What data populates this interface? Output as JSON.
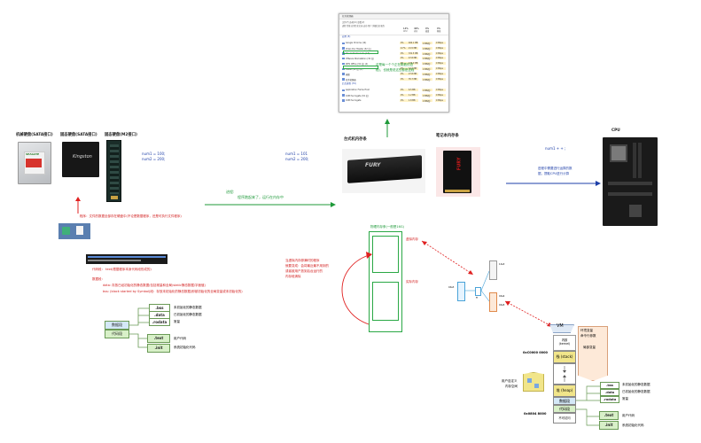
{
  "disks": {
    "hdd_label": "机械硬盘(SATA接口)",
    "ssd_sata_label": "固态硬盘(SATA接口)",
    "ssd_m2_label": "固态硬盘(M2接口)",
    "hdd_brand": "SEAGATE",
    "ssd_brand": "Kingston",
    "nums": [
      "num1 = 100;",
      "num2 = 200;"
    ]
  },
  "program_note": "程序：文件的数据全部存在硬盘中(不论是数据程序，还是可执行文件程序)",
  "mem_nums": [
    "num1 = 101",
    "num2 = 200;"
  ],
  "process_note": [
    "进程:",
    "程序跑起来了，运行在内存中"
  ],
  "memory": {
    "desktop_label": "台式机内存条",
    "laptop_label": "笔记本内存条",
    "desktop_brand": "FURY",
    "laptop_brand": "FURY"
  },
  "cpu": {
    "label": "CPU",
    "code": "num1 + + ;",
    "note": [
      "进程中需要进行运算的数",
      "据，提取CPU进行计算"
    ]
  },
  "task_manager": {
    "title": "任务管理器",
    "menu": "文件(F)  选项(O)  查看(V)",
    "tabs": "进程  性能  应用历史记录  启动  用户  详细信息  服务",
    "cols": [
      "14%",
      "49%",
      "0%",
      "0%"
    ],
    "col_names": [
      "CPU",
      "内存",
      "磁盘",
      "网络"
    ],
    "section_apps": "应用 (5)",
    "section_bg": "后台进程 (70)",
    "apps": [
      {
        "name": "Google Chrome (14)",
        "v": [
          "0%",
          "460.1 MB",
          "0 MB/秒",
          "0 Mbps"
        ]
      },
      {
        "name": "Video Doc Master (32 位)",
        "v": [
          "0.7%",
          "21.5 MB",
          "0 MB/秒",
          "0 Mbps"
        ]
      },
      {
        "name": "Visual Studio Code (13)",
        "v": [
          "0%",
          "331.5 MB",
          "0 MB/秒",
          "0 Mbps"
        ]
      },
      {
        "name": "VMware Workstation (32 位)",
        "v": [
          "0%",
          "47.8 MB",
          "0 MB/秒",
          "0 Mbps"
        ]
      },
      {
        "name": "WPS Office (32 位) (4)",
        "v": [
          "0%",
          "136.0 MB",
          "0 MB/秒",
          "0 Mbps"
        ]
      },
      {
        "name": "Xshell (32 位) (2)",
        "v": [
          "0%",
          "14.7 MB",
          "0 MB/秒",
          "0 Mbps"
        ]
      },
      {
        "name": "画图",
        "v": [
          "0%",
          "27.8 MB",
          "0 MB/秒",
          "0 Mbps"
        ]
      },
      {
        "name": "任务管理器",
        "v": [
          "0%",
          "35.7 MB",
          "0 MB/秒",
          "0 Mbps"
        ]
      }
    ],
    "bg": [
      {
        "name": "Application Frame Host",
        "v": [
          "0%",
          "6.5 MB",
          "0 MB/秒",
          "0 Mbps"
        ]
      },
      {
        "name": "COM Surrogate (32 位)",
        "v": [
          "0%",
          "1.2 MB",
          "0 MB/秒",
          "0 Mbps"
        ]
      },
      {
        "name": "COM Surrogate",
        "v": [
          "0%",
          "1.8 MB",
          "0 MB/秒",
          "0 Mbps"
        ]
      }
    ],
    "callout": [
      "这是每一个个正在跑着的进",
      "程)，也就是说这些都是进程"
    ]
  },
  "code_section": {
    "code_label": "代码段：  text(根据程序本身代码段形成的)",
    "data_label": "数据段：",
    "data_line": "data:  存放已经初始化的静态数据(包括常量和全局/static静态数据/字面值)",
    "bss_line": "bss:  (block started by Symbol)段：存放未初始化的静态数据(即被初始化的全局变量或未初始化的)"
  },
  "left_tree": {
    "data_seg": "数据段",
    "code_seg": "代码段",
    "bss": ".bss",
    "data": ".data",
    "rodata": ".rodata",
    "text": ".text",
    "init": ".init",
    "bss_desc": "未初始化的静态数据",
    "data_desc": "已初始化的静态数据",
    "rodata_desc": "常量",
    "text_desc": "用户代码",
    "init_desc": "系统初始化代码"
  },
  "physical": {
    "top_label": "物理内存条(一般是16G)",
    "virtual_label": "虚拟内存",
    "real_label": "实际内存",
    "note": [
      "当虚拟内存够满时的程序",
      "就要变成：会将最近最不用到的",
      "或者被用户放到后台运行的",
      "内存段清除"
    ]
  },
  "mapping": {
    "labels": [
      "0Xe3",
      "1Xe3",
      "ff",
      "0Xe4",
      "0Xe5"
    ]
  },
  "vm": {
    "title": "VM",
    "kernel": "内核\n(kernel)",
    "addr_top": "0xC0000 0000",
    "addr_bottom": "0x0804 8000",
    "stack": "栈 (stack)",
    "heap": "堆 (heap)",
    "data_seg": "数据段",
    "code_seg": "代码段",
    "unmapped": "不可访问",
    "user_space": [
      "用户自定义",
      "内存空间"
    ],
    "env": [
      "环境变量",
      "命令行参数"
    ],
    "local": "局部变量",
    "bss": ".bss",
    "data": ".data",
    "rodata": ".rodata",
    "bss_desc": "未初始化的静态数据",
    "data_desc": "已初始化的静态数据",
    "rodata_desc": "常量",
    "text": ".text",
    "init": ".init",
    "text_desc": "用户代码",
    "init_desc": "系统初始化代码"
  }
}
